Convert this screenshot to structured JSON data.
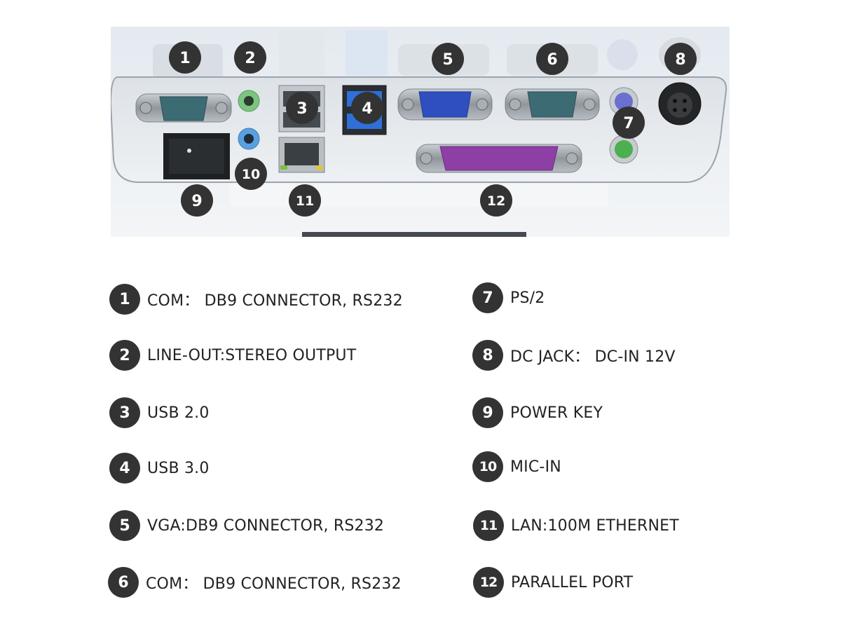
{
  "photo_markers": [
    "1",
    "2",
    "3",
    "4",
    "5",
    "6",
    "7",
    "8",
    "9",
    "10",
    "11",
    "12"
  ],
  "legend": [
    {
      "num": "1",
      "text": "COM： DB9 CONNECTOR, RS232"
    },
    {
      "num": "2",
      "text": "LINE-OUT:STEREO OUTPUT"
    },
    {
      "num": "3",
      "text": "USB 2.0"
    },
    {
      "num": "4",
      "text": "USB 3.0"
    },
    {
      "num": "5",
      "text": "VGA:DB9 CONNECTOR, RS232"
    },
    {
      "num": "6",
      "text": "COM： DB9 CONNECTOR, RS232"
    },
    {
      "num": "7",
      "text": "PS/2"
    },
    {
      "num": "8",
      "text": "DC JACK： DC-IN 12V"
    },
    {
      "num": "9",
      "text": "POWER KEY"
    },
    {
      "num": "10",
      "text": "MIC-IN"
    },
    {
      "num": "11",
      "text": "LAN:100M ETHERNET"
    },
    {
      "num": "12",
      "text": "PARALLEL PORT"
    }
  ],
  "colors": {
    "badge": "#333333",
    "text": "#222222",
    "panel": "#e8ebee",
    "vga": "#2f4fc0",
    "parallel": "#8e3fa5",
    "line_out": "#7cc47f",
    "mic_in": "#5aa0e0",
    "usb3": "#2f6fd8",
    "ps2_keyboard": "#6a6fd0",
    "ps2_mouse": "#4caf50"
  }
}
